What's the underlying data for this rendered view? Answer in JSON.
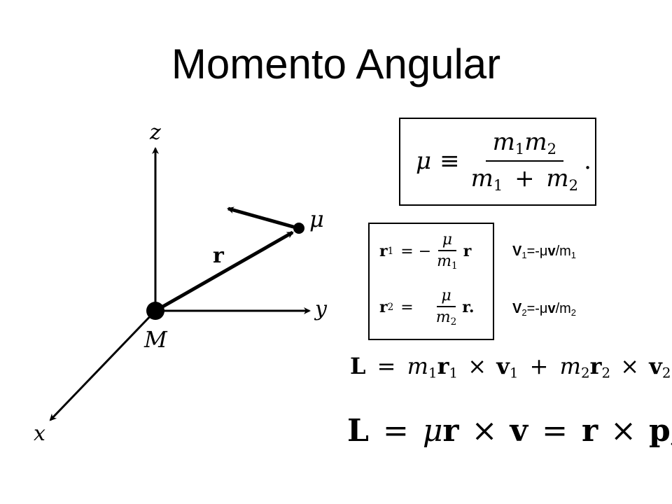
{
  "slide": {
    "title": "Momento Angular"
  },
  "diagram": {
    "axis_z": "z",
    "axis_y": "y",
    "axis_x": "x",
    "label_M": "M",
    "label_mu": "μ",
    "label_r": "r"
  },
  "eq_reduced_mass": {
    "lhs": "μ",
    "rel": "≡",
    "num_m1": "m",
    "num_m1_sub": "1",
    "num_m2": "m",
    "num_m2_sub": "2",
    "den_m1": "m",
    "den_m1_sub": "1",
    "den_plus": "+",
    "den_m2": "m",
    "den_m2_sub": "2",
    "end": "."
  },
  "eq_r1": {
    "lhs": "r",
    "lhs_sub": "1",
    "rel": "= −",
    "num": "μ",
    "den": "m",
    "den_sub": "1",
    "rhs": "r"
  },
  "eq_r2": {
    "lhs": "r",
    "lhs_sub": "2",
    "rel": "=",
    "num": "μ",
    "den": "m",
    "den_sub": "2",
    "rhs": "r."
  },
  "note_v1": {
    "v": "V",
    "v_sub": "1",
    "mid": "=-μ",
    "bold_v": "v",
    "div": "/m",
    "m_sub": "1"
  },
  "note_v2": {
    "v": "V",
    "v_sub": "2",
    "mid": "=-μ",
    "bold_v": "v",
    "div": "/m",
    "m_sub": "2"
  },
  "eq_L1": {
    "L": "L",
    "eq": "=",
    "m1": "m",
    "m1_sub": "1",
    "r1": "r",
    "r1_sub": "1",
    "cross1": "×",
    "v1": "v",
    "v1_sub": "1",
    "plus": "+",
    "m2": "m",
    "m2_sub": "2",
    "r2": "r",
    "r2_sub": "2",
    "cross2": "×",
    "v2": "v",
    "v2_sub": "2"
  },
  "eq_L2": {
    "L": "L",
    "eq1": "=",
    "mu": "μ",
    "r": "r",
    "cross1": "×",
    "v": "v",
    "eq2": "=",
    "r2": "r",
    "cross2": "×",
    "p": "p,"
  }
}
